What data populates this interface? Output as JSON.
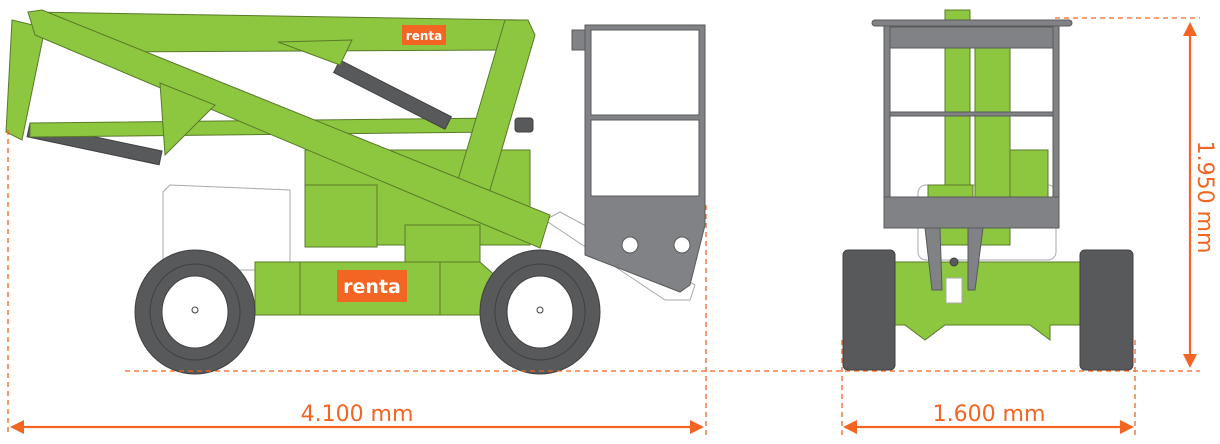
{
  "brand": {
    "logo_text": "renta",
    "logo_color": "#f26522"
  },
  "colors": {
    "machine": "#8dc63f",
    "basket": "#808285",
    "tires": "#58595b",
    "dimension": "#f26522"
  },
  "dimensions": {
    "length": "4.100 mm",
    "width": "1.600 mm",
    "height": "1.950 mm"
  }
}
